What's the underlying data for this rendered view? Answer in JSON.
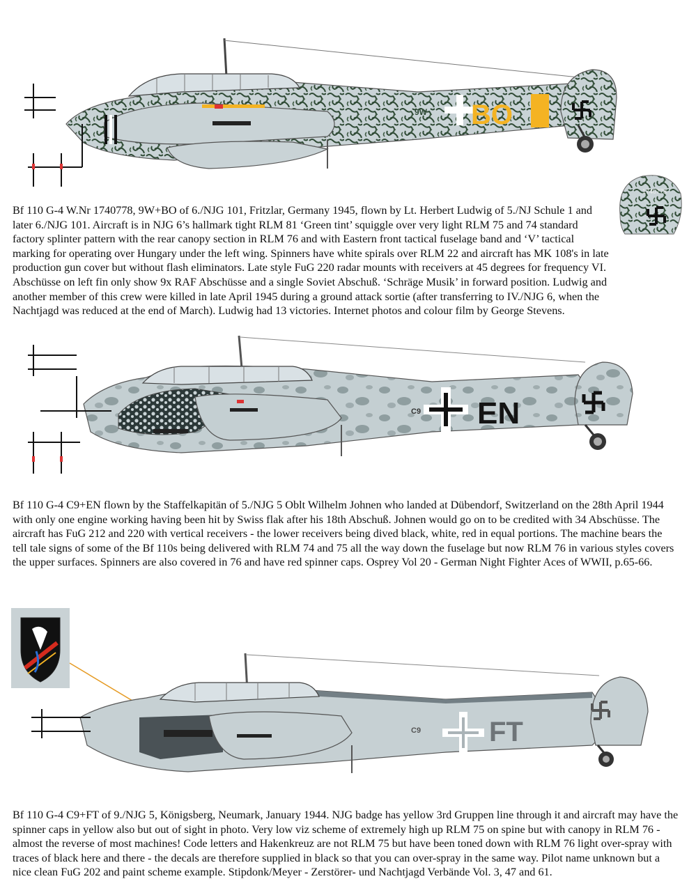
{
  "aircraft": [
    {
      "code_left": "9W",
      "code_right": "BO",
      "fin_detail_code": "1740778",
      "colors": {
        "base": "#c9d3d6",
        "squiggle": "#2f4a35",
        "band": "#f4b323",
        "code": "#f4b323"
      },
      "caption": "Bf 110 G-4 W.Nr 1740778, 9W+BO of 6./NJG 101, Fritzlar, Germany 1945, flown by Lt. Herbert Ludwig of 5./NJ Schule 1 and later 6./NJG 101. Aircraft is in NJG 6’s hallmark tight RLM 81 ‘Green tint’ squiggle over very light RLM 75 and 74 standard factory splinter pattern with the rear canopy section in RLM 76 and with Eastern front tactical fuselage band and ‘V’ tactical marking for operating over Hungary under the left wing. Spinners have white spirals over RLM 22 and aircraft has MK 108's in late production gun cover but without flash eliminators. Late style FuG 220 radar mounts with receivers at 45 degrees for frequency VI. Abschüsse on left fin only show 9x RAF Abschüsse and a single Soviet  Abschuß. ‘Schräge Musik’ in forward position. Ludwig and another member of this crew were killed in late April 1945 during a ground attack sortie (after transferring to IV./NJG 6, when the Nachtjagd was reduced at the end of March). Ludwig had 13 victories. Internet photos and colour film by George Stevens."
    },
    {
      "code_left": "C9",
      "code_right": "EN",
      "colors": {
        "base": "#c4cfd2",
        "mottle": "#6d7d7f",
        "code": "#141414"
      },
      "caption": "Bf 110 G-4 C9+EN flown by the Staffelkapitän of 5./NJG 5 Oblt Wilhelm Johnen who landed at Dübendorf, Switzerland on the 28th April 1944 with only one engine working having been hit by Swiss flak after his 18th Abschuß. Johnen would go on to be credited with 34 Abschüsse. The aircraft has FuG 212 and 220 with vertical receivers - the lower receivers being dived black, white, red in equal portions. The machine bears the tell tale signs of some of the Bf 110s being delivered with RLM 74 and 75 all the way down the fuselage but now RLM 76 in various styles covers the upper surfaces. Spinners are also covered in 76 and have red spinner caps. Osprey Vol 20 - German Night Fighter Aces of WWII, p.65-66."
    },
    {
      "code_left": "C9",
      "code_right": "FT",
      "colors": {
        "base": "#c6d0d3",
        "spine": "#737f85",
        "code": "#6e7478",
        "badge_bg": "#c9d2d5"
      },
      "caption": "Bf 110 G-4 C9+FT of 9./NJG 5, Königsberg, Neumark, January 1944. NJG badge has yellow 3rd Gruppen line through it and aircraft may have the spinner caps in yellow also but out of sight in photo. Very low viz scheme of extremely high up RLM 75 on spine but with canopy in RLM 76 - almost the reverse of most machines! Code letters and Hakenkreuz are not RLM 75 but have been toned down with RLM 76 light over-spray with traces of black here and there - the decals are therefore supplied in black so that you can over-spray in the same way. Pilot name unknown but a nice clean FuG 202 and paint scheme example. Stipdonk/Meyer - Zerstörer- und Nachtjagd Verbände  Vol. 3, 47 and 61."
    }
  ]
}
